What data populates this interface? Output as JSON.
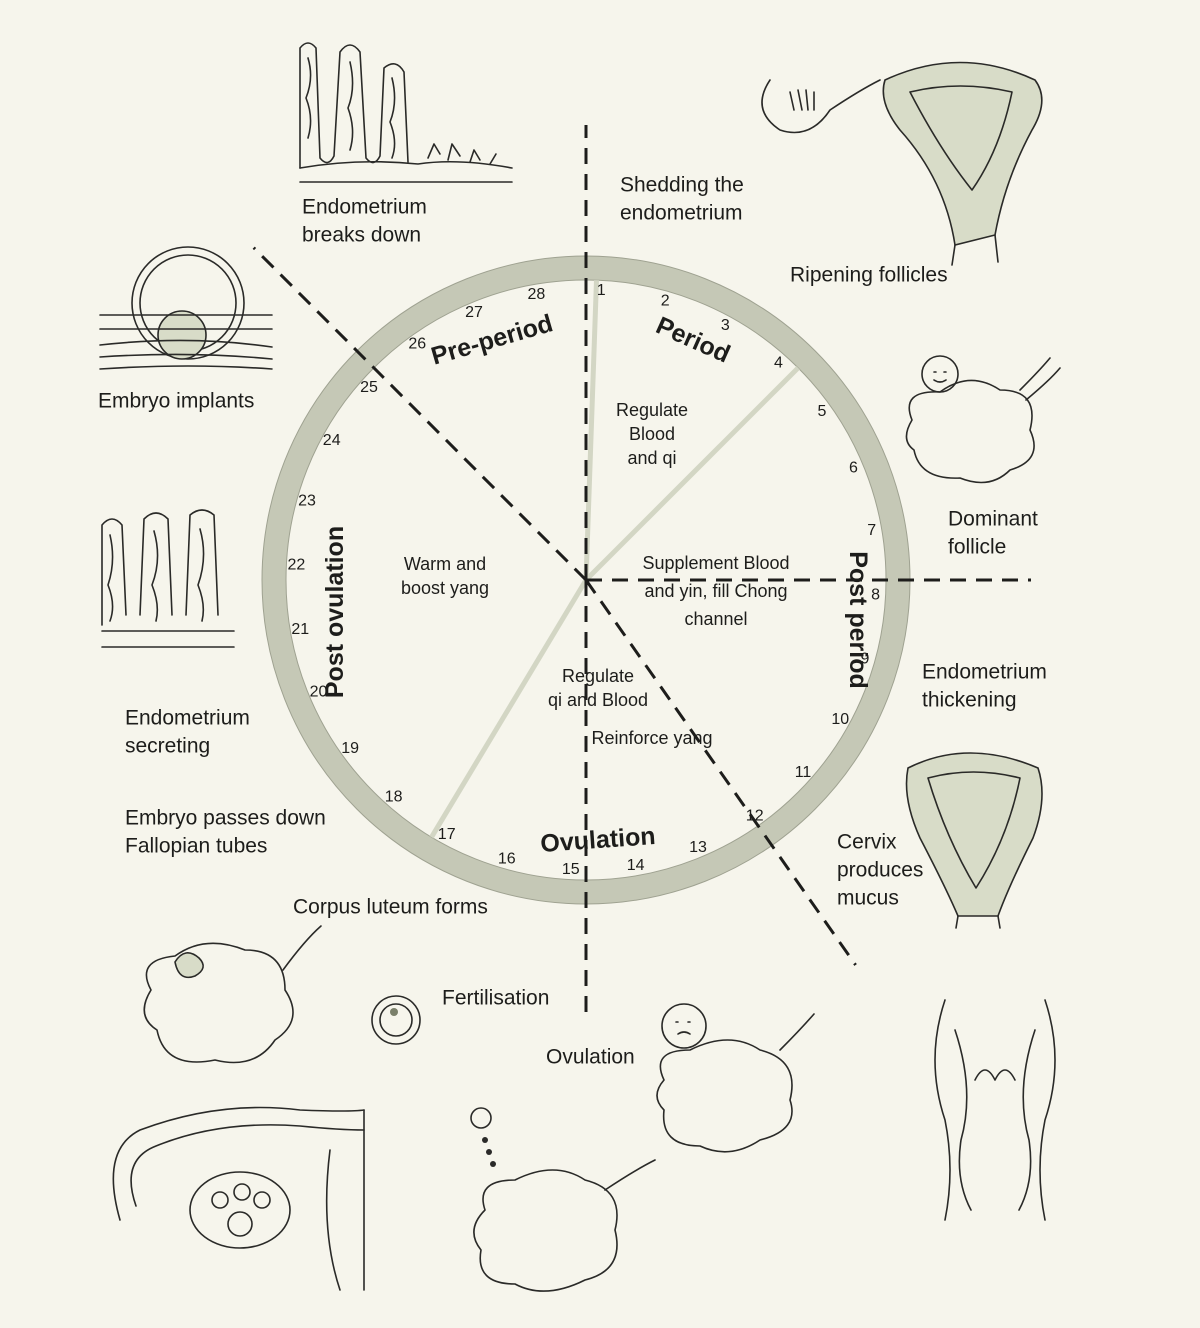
{
  "colors": {
    "background": "#f6f5ec",
    "ring": "#c5c8b6",
    "divider": "#d3d6c4",
    "illustration_fill": "#d8dcc8",
    "ink": "#1d1d1b"
  },
  "cycle": {
    "days": [
      "1",
      "2",
      "3",
      "4",
      "5",
      "6",
      "7",
      "8",
      "9",
      "10",
      "11",
      "12",
      "13",
      "14",
      "15",
      "16",
      "17",
      "18",
      "19",
      "20",
      "21",
      "22",
      "23",
      "24",
      "25",
      "26",
      "27",
      "28"
    ],
    "phases": [
      {
        "label": "Period"
      },
      {
        "label": "Post period"
      },
      {
        "label": "Ovulation"
      },
      {
        "label": "Post ovulation"
      },
      {
        "label": "Pre-period"
      }
    ],
    "treatments": [
      {
        "lines": [
          "Regulate",
          "Blood",
          "and qi"
        ]
      },
      {
        "lines": [
          "Supplement Blood",
          "and yin, fill Chong",
          "channel"
        ]
      },
      {
        "lines": [
          "Regulate",
          "qi and Blood"
        ]
      },
      {
        "lines": [
          "Reinforce",
          "yang"
        ]
      },
      {
        "lines": [
          "Warm and",
          "boost yang"
        ]
      }
    ]
  },
  "labels": {
    "shedding": [
      "Shedding the",
      "endometrium"
    ],
    "ripening": [
      "Ripening follicles"
    ],
    "dominant": [
      "Dominant",
      "follicle"
    ],
    "thickening": [
      "Endometrium",
      "thickening"
    ],
    "cervix": [
      "Cervix",
      "produces",
      "mucus"
    ],
    "ovulation_event": [
      "Ovulation"
    ],
    "fertilisation": [
      "Fertilisation"
    ],
    "corpus": [
      "Corpus luteum forms"
    ],
    "embryo_passes": [
      "Embryo passes down",
      "Fallopian tubes"
    ],
    "secreting": [
      "Endometrium",
      "secreting"
    ],
    "implants": [
      "Embryo implants"
    ],
    "breaks_down": [
      "Endometrium",
      "breaks down"
    ]
  }
}
